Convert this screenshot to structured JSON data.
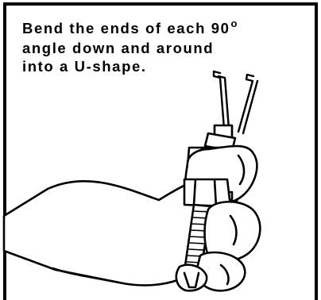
{
  "caption": {
    "line1": "Bend the ends of each 90",
    "degree_symbol": "o",
    "line2": "angle down and around",
    "line3": "into a U-shape."
  },
  "illustration": {
    "subject": "hand holding threaded probe with two bent wire leads",
    "stroke_color": "#000000",
    "fill_color": "#ffffff"
  }
}
